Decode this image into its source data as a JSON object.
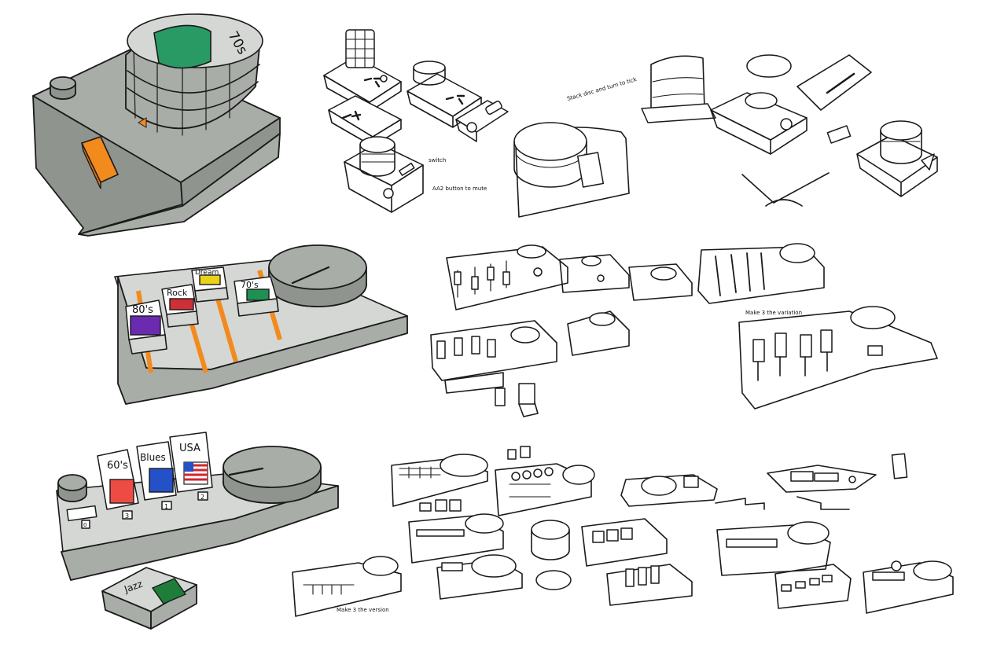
{
  "sketches": {
    "turntable_top_left": {
      "screen_label": "70s"
    },
    "slider_board": {
      "labels": [
        "80's",
        "Rock",
        "Dream",
        "70's"
      ],
      "colors": {
        "80s": "#6a2bb0",
        "rock": "#cf2f36",
        "dream": "#e8d21c",
        "70s": "#1f8f52"
      }
    },
    "cartridge_board": {
      "labels": [
        "60's",
        "Blues",
        "USA"
      ],
      "slot_numbers": [
        "3",
        "1",
        "2"
      ],
      "small_slot_number": "0",
      "loose_cartridge_label": "Jazz",
      "colors": {
        "60s": "#ee4b45",
        "blues": "#2450c8",
        "jazz": "#1f7d3c"
      }
    },
    "notes": {
      "stack_disc": "Stack disc and turn to tick",
      "switch": "switch",
      "press_to_mute": "AA2 button to mute",
      "make_3": "Make 3 the variation",
      "bottom_note": "Make 3 the version"
    }
  },
  "palette": {
    "accent_orange": "#f28a1e",
    "screen_green": "#2a9a64",
    "body_grey": "#a9ada8"
  }
}
